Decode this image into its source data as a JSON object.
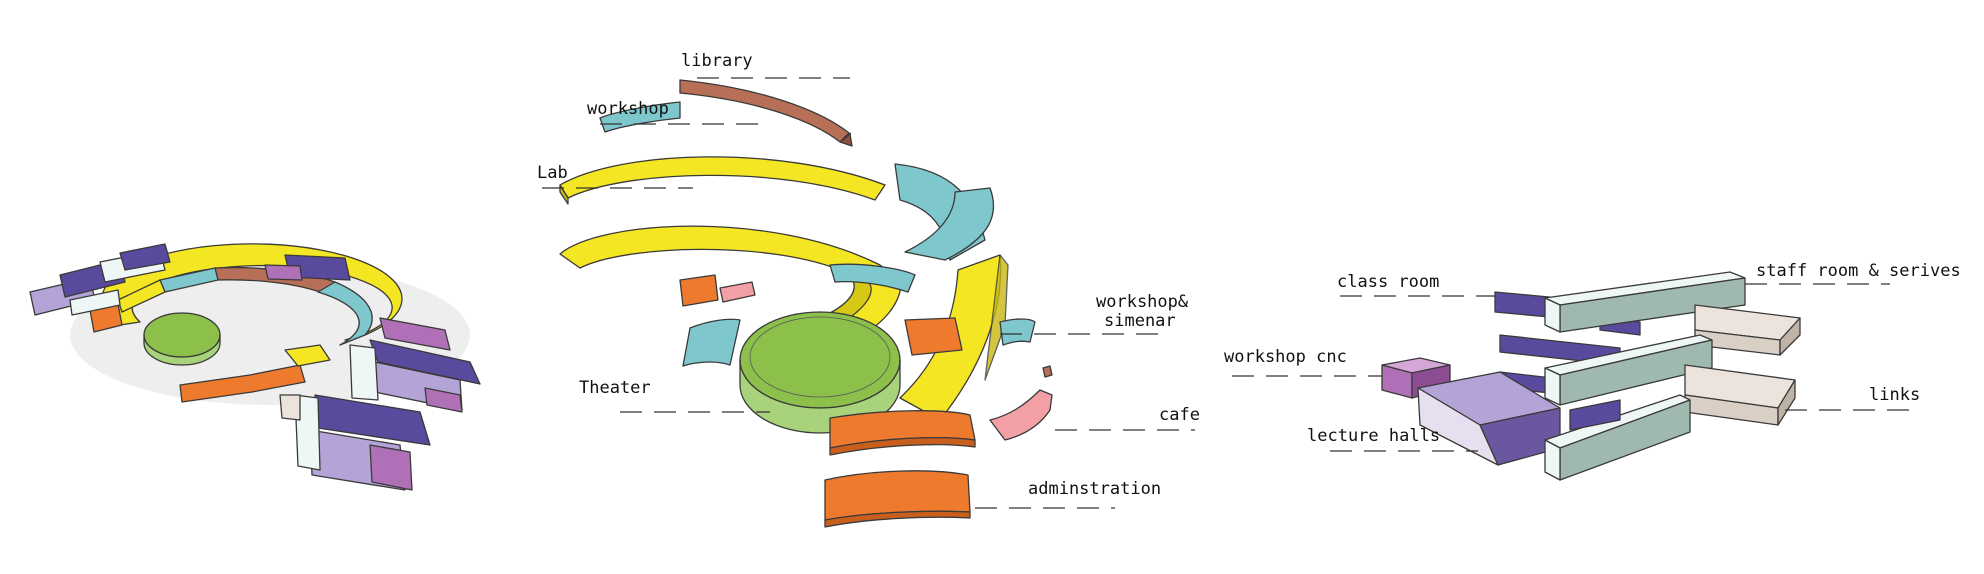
{
  "labels": {
    "library": "library",
    "workshop": "workshop",
    "lab": "Lab",
    "workshop_seminar_line1": "workshop&",
    "workshop_seminar_line2": "simenar",
    "theater": "Theater",
    "cafe": "cafe",
    "administration": "adminstration",
    "class_room": "class room",
    "staff_room": "staff room & serives",
    "workshop_cnc": "workshop cnc",
    "links": "links",
    "lecture_halls": "lecture halls"
  },
  "colors": {
    "library": "#b86f58",
    "workshop": "#7ec7cc",
    "lab": "#f4e623",
    "lab_inner": "#e8d81d",
    "theater": "#8cc04b",
    "theater_side": "#a9d37a",
    "orange": "#ee7a2d",
    "pink": "#f2a0a6",
    "purple_dark": "#5a4a9e",
    "purple_light": "#b3a3d6",
    "magenta": "#b070b8",
    "white_block": "#eef6f6",
    "teal_grey": "#9fb9ae",
    "beige": "#ece4dc"
  }
}
